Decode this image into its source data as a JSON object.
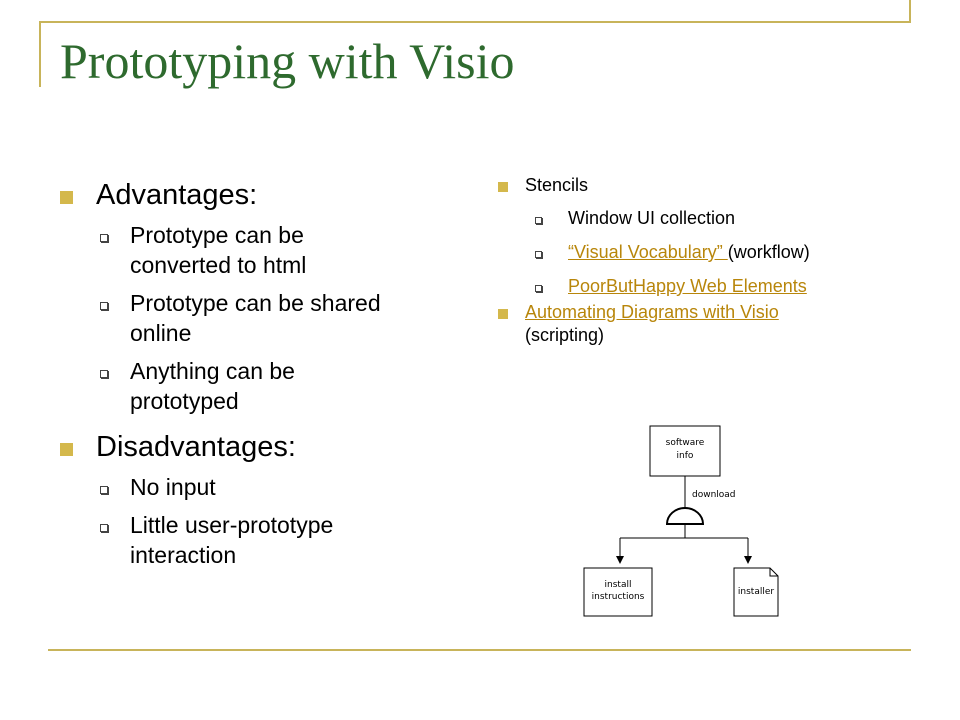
{
  "slide": {
    "title": "Prototyping with Visio"
  },
  "left_column": {
    "advantages_heading": "Advantages:",
    "advantages": [
      {
        "line1": "Prototype can be",
        "line2": "converted to html"
      },
      {
        "line1": "Prototype can be shared",
        "line2": "online"
      },
      {
        "line1": "Anything can be",
        "line2": "prototyped"
      }
    ],
    "disadvantages_heading": "Disadvantages:",
    "disadvantages": [
      {
        "line1": "No input"
      },
      {
        "line1": "Little user-prototype",
        "line2": "interaction"
      }
    ]
  },
  "right_column": {
    "stencils_heading": "Stencils",
    "stencils": {
      "window_ui": "Window UI collection",
      "visual_vocab_link": "“Visual Vocabulary” ",
      "visual_vocab_suffix": "(workflow)",
      "poorbuthappy_link": "PoorButHappy Web Elements"
    },
    "automating_link": "Automating Diagrams with Visio",
    "automating_suffix": "(scripting)"
  },
  "diagram": {
    "top_box_line1": "software",
    "top_box_line2": "info",
    "edge_label": "download",
    "left_box_line1": "install",
    "left_box_line2": "instructions",
    "right_doc_label": "installer"
  },
  "colors": {
    "title": "#2e6a2e",
    "accent": "#c8b45a",
    "bullet": "#d4b84c",
    "link": "#b8860b"
  }
}
